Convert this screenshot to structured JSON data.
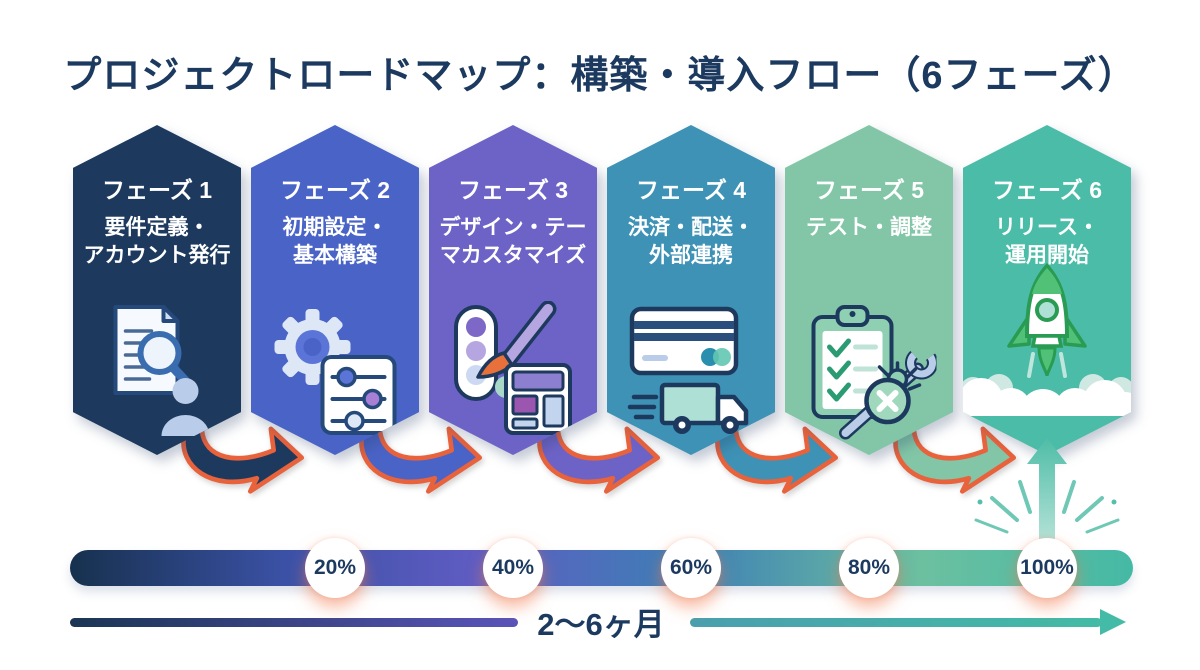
{
  "title": "プロジェクトロードマップ：構築・導入フロー（6フェーズ）",
  "phases": [
    {
      "label": "フェーズ 1",
      "desc_lines": [
        "要件定義・",
        "アカウント発行"
      ],
      "color": "#1d3a5e",
      "icon": "document-search-user-icon"
    },
    {
      "label": "フェーズ 2",
      "desc_lines": [
        "初期設定・",
        "基本構築"
      ],
      "color": "#4a63c6",
      "icon": "gear-sliders-icon"
    },
    {
      "label": "フェーズ 3",
      "desc_lines": [
        "デザイン・テー",
        "マカスタマイズ"
      ],
      "color": "#6d63c7",
      "icon": "palette-brush-layout-icon"
    },
    {
      "label": "フェーズ 4",
      "desc_lines": [
        "決済・配送・",
        "外部連携"
      ],
      "color": "#3d92b6",
      "icon": "credit-card-truck-icon"
    },
    {
      "label": "フェーズ 5",
      "desc_lines": [
        "テスト・調整"
      ],
      "color": "#82c6a7",
      "icon": "clipboard-test-bug-icon"
    },
    {
      "label": "フェーズ 6",
      "desc_lines": [
        "リリース・",
        "運用開始"
      ],
      "color": "#4abca7",
      "icon": "rocket-launch-icon"
    }
  ],
  "arrows": {
    "outline_color": "#e8623c",
    "fill_colors": [
      "#1d3a5e",
      "#4a63c6",
      "#6d63c7",
      "#3d92b6",
      "#82c6a7"
    ]
  },
  "progress": {
    "milestones": [
      "20%",
      "40%",
      "60%",
      "80%",
      "100%"
    ]
  },
  "timeline": {
    "duration_label": "2〜6ヶ月"
  },
  "palette": {
    "title_color": "#1c3a5f",
    "bar_gradient": "linear-gradient(90deg,#16314e 0%,#3b51a5 20%,#5f5cc2 38%,#3e7fb5 58%,#6cc0a0 80%,#45b9a5 100%)",
    "timeline_left_gradient": "linear-gradient(90deg,#1b3553,#5a54ba)",
    "timeline_right_gradient": "linear-gradient(90deg,#4a9fae,#43bba6)",
    "timeline_arrow_color": "#43bba6",
    "milestone_text_color": "#1c3a5f",
    "milestone_glow": "rgba(243,125,82,0.55)",
    "up_arrow_color": "#55bfa9"
  }
}
